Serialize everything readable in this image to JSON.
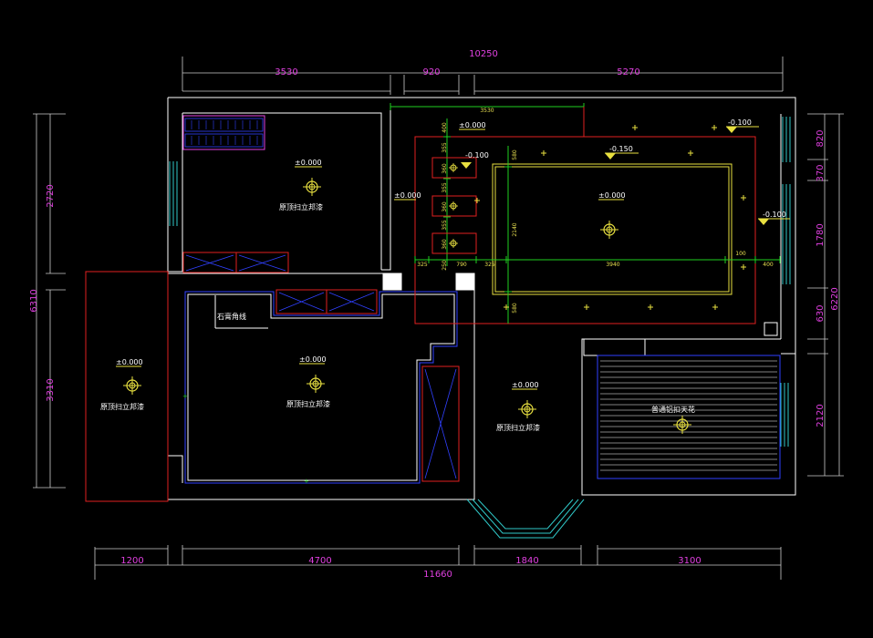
{
  "drawing": {
    "background": "#000000",
    "colors": {
      "wall": "#ffffff",
      "dimension": "#e040e0",
      "ceiling_red": "#e02020",
      "ceiling_yellow": "#e8e040",
      "ceiling_green": "#20d020",
      "window_cyan": "#30c8c8",
      "blue_line": "#3040ff"
    },
    "dims_top": {
      "overall": "10250",
      "segments": [
        "3530",
        "920",
        "5270"
      ],
      "inner": "3530"
    },
    "dims_bottom": {
      "overall": "11660",
      "segments": [
        "1200",
        "4700",
        "1840",
        "3100"
      ]
    },
    "dims_left": {
      "overall": "6310",
      "segments": [
        "2720",
        "3310"
      ]
    },
    "dims_right": {
      "overall": "6220",
      "segments": [
        "820",
        "370",
        "1780",
        "630",
        "2120"
      ]
    },
    "small_dims": {
      "d400": "400",
      "d355a": "355",
      "d355b": "355",
      "d360a": "360",
      "d360b": "360",
      "d355c": "355",
      "d360c": "360",
      "d325a": "325",
      "d325b": "325",
      "d250": "250",
      "d790": "790",
      "d580a": "580",
      "d580b": "580",
      "d2140": "2140",
      "d3940": "3940",
      "d100": "100",
      "d400r": "400"
    },
    "levels": {
      "bedroom_top": "±0.000",
      "hall_left": "±0.000",
      "ceiling_a": "±0.000",
      "ceiling_b": "-0.100",
      "ceiling_c": "±0.000",
      "ceiling_d": "-0.150",
      "ceiling_e": "-0.100",
      "ceiling_f": "-0.100",
      "left_room": "±0.000",
      "main_room": "±0.000",
      "bottom_room": "±0.000"
    },
    "labels": {
      "bedroom_top": "原顶扫立邦漆",
      "left_room": "原顶扫立邦漆",
      "main_room": "原顶扫立邦漆",
      "bottom_room": "原顶扫立邦漆",
      "cornice": "石膏角线",
      "bath_ceiling": "普通铝扣天花"
    }
  }
}
